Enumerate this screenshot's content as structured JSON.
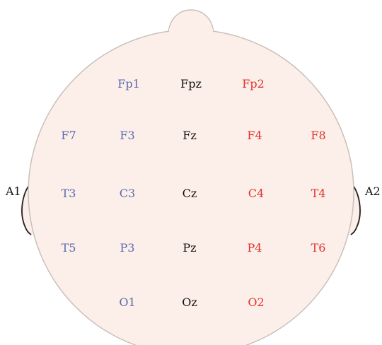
{
  "colors": {
    "head_fill": "#fcefe9",
    "head_stroke": "#c8c0bc",
    "left_hemisphere": "#5a6ab0",
    "midline": "#111111",
    "right_hemisphere": "#e0322a",
    "ear_outline": "#222222"
  },
  "ears": {
    "left": "A1",
    "right": "A2"
  },
  "electrodes": [
    {
      "label": "Fp1",
      "side": "left"
    },
    {
      "label": "Fpz",
      "side": "midline"
    },
    {
      "label": "Fp2",
      "side": "right"
    },
    {
      "label": "F7",
      "side": "left"
    },
    {
      "label": "F3",
      "side": "left"
    },
    {
      "label": "Fz",
      "side": "midline"
    },
    {
      "label": "F4",
      "side": "right"
    },
    {
      "label": "F8",
      "side": "right"
    },
    {
      "label": "T3",
      "side": "left"
    },
    {
      "label": "C3",
      "side": "left"
    },
    {
      "label": "Cz",
      "side": "midline"
    },
    {
      "label": "C4",
      "side": "right"
    },
    {
      "label": "T4",
      "side": "right"
    },
    {
      "label": "T5",
      "side": "left"
    },
    {
      "label": "P3",
      "side": "left"
    },
    {
      "label": "Pz",
      "side": "midline"
    },
    {
      "label": "P4",
      "side": "right"
    },
    {
      "label": "T6",
      "side": "right"
    },
    {
      "label": "O1",
      "side": "left"
    },
    {
      "label": "Oz",
      "side": "midline"
    },
    {
      "label": "O2",
      "side": "right"
    }
  ]
}
